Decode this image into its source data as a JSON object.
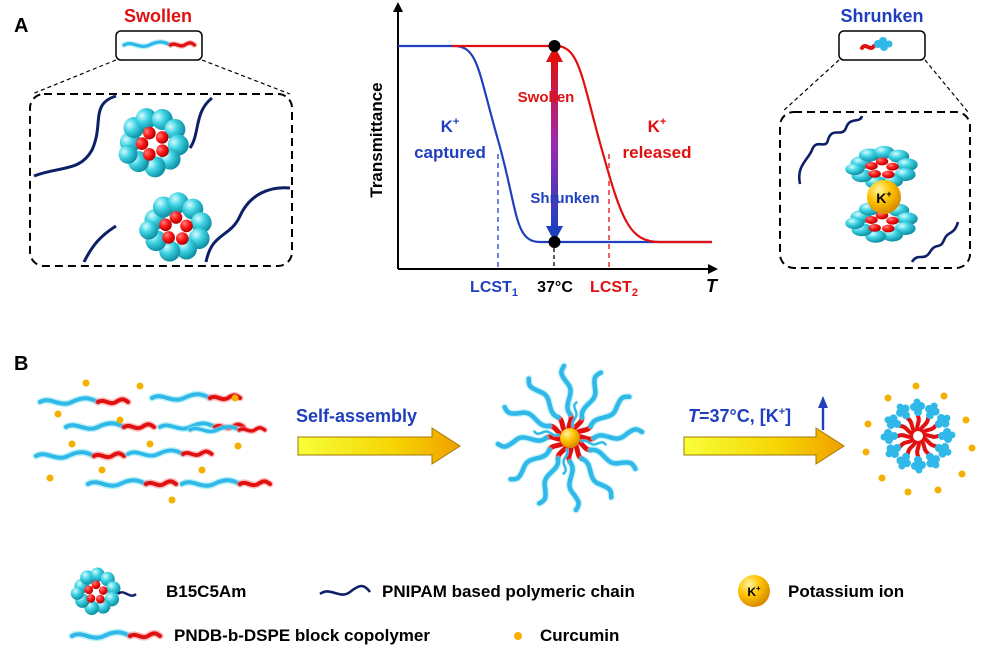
{
  "panel_a": {
    "label": "A",
    "swollen_title": "Swollen",
    "shrunken_title": "Shrunken",
    "chart": {
      "ylabel": "Transmittance",
      "xlabel": "T",
      "ticks": {
        "lcst1": "LCST",
        "lcst1_sub": "1",
        "mid": "37°C",
        "lcst2": "LCST",
        "lcst2_sub": "2"
      },
      "annot_captured_k": "K",
      "annot_captured_sup": "+",
      "annot_captured": "captured",
      "annot_released_k": "K",
      "annot_released_sup": "+",
      "annot_released": "released",
      "annot_swollen": "Swollen",
      "annot_shrunken": "Shrunken"
    },
    "kion_label": "K",
    "kion_sup": "+"
  },
  "panel_b": {
    "label": "B",
    "step1": "Self-assembly",
    "step2_t": "T",
    "step2_rest": "=37°C, [K",
    "step2_sup": "+",
    "step2_end": "]"
  },
  "legend": {
    "b15c5am": "B15C5Am",
    "pnipam": "PNIPAM based polymeric chain",
    "potassium": "Potassium ion",
    "potassium_symbol": "K",
    "potassium_sup": "+",
    "copolymer": "PNDB-b-DSPE block copolymer",
    "curcumin": "Curcumin"
  },
  "colors": {
    "blue": "#1f3fbf",
    "red": "#e01010",
    "cyan": "#33ccdd",
    "navy": "#0d1f66",
    "gold": "#f5b000"
  }
}
